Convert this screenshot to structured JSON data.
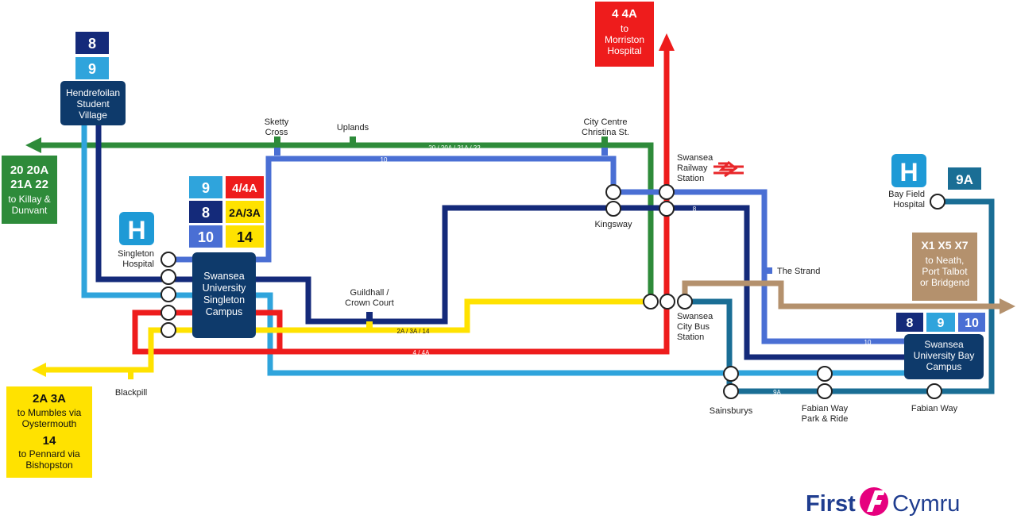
{
  "colors": {
    "route_20": "#2e8b3a",
    "route_10": "#4a6fd4",
    "route_8": "#142a7a",
    "route_9": "#2fa4dc",
    "route_4": "#ee1c1c",
    "route_2a": "#ffe200",
    "route_9a": "#1a6e95",
    "route_x": "#b4916d",
    "navy_box": "#0e3a6b",
    "rail_icon": "#e8272a",
    "first_brand": "#1f3d8f",
    "first_magenta": "#e6007e"
  },
  "line_labels": {
    "green": "20 / 20A / 21A / 22",
    "blue10_top": "10",
    "navy8": "8",
    "yellow": "2A / 3A / 14",
    "red": "4 / 4A",
    "blue10_bottom": "10",
    "teal9a": "9A"
  },
  "stops": {
    "sketty_cross": "Sketty\nCross",
    "uplands": "Uplands",
    "city_centre": "City Centre\nChristina St.",
    "railway_station": "Swansea\nRailway\nStation",
    "kingsway": "Kingsway",
    "the_strand": "The Strand",
    "guildhall": "Guildhall /\nCrown Court",
    "bus_station": "Swansea\nCity Bus\nStation",
    "singleton_hospital": "Singleton\nHospital",
    "blackpill": "Blackpill",
    "sainsburys": "Sainsburys",
    "fabian_park_ride": "Fabian Way\nPark & Ride",
    "fabian_way": "Fabian Way",
    "bay_field_hospital": "Bay Field\nHospital"
  },
  "destinations": {
    "morriston": {
      "routes": "4 4A",
      "text": "to\nMorriston\nHospital"
    },
    "killay": {
      "routes": "20 20A\n21A 22",
      "text": "to Killay &\nDunvant"
    },
    "mumbles": {
      "routes1": "2A 3A",
      "text1": "to Mumbles via\nOystermouth",
      "routes2": "14",
      "text2": "to Pennard via\nBishopston"
    },
    "neath": {
      "routes": "X1 X5 X7",
      "text": "to Neath,\nPort Talbot\nor Bridgend"
    }
  },
  "places": {
    "hendrefoilan": "Hendrefoilan\nStudent\nVillage",
    "singleton_campus": "Swansea\nUniversity\nSingleton\nCampus",
    "bay_campus": "Swansea\nUniversity Bay\nCampus"
  },
  "badges": {
    "hendre_8": "8",
    "hendre_9": "9",
    "singleton_9": "9",
    "singleton_4": "4/4A",
    "singleton_8": "8",
    "singleton_2a": "2A/3A",
    "singleton_10": "10",
    "singleton_14": "14",
    "bay_8": "8",
    "bay_9": "9",
    "bay_10": "10",
    "bay_9a": "9A"
  },
  "icons": {
    "hospital": "H",
    "rail": "national-rail-icon"
  },
  "logo": {
    "first": "First",
    "cymru": "Cymru"
  }
}
